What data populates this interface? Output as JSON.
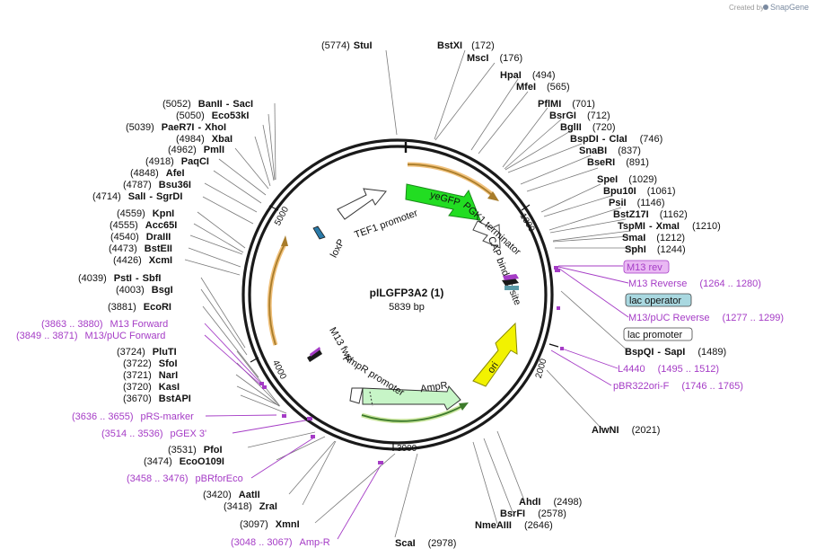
{
  "credit": {
    "prefix": "Created by",
    "brand": "SnapGene"
  },
  "plasmid": {
    "name": "pILGFP3A2 (1)",
    "size": "5839 bp"
  },
  "ticks": [
    "1000",
    "2000",
    "3000",
    "4000",
    "5000"
  ],
  "enzymes": [
    {
      "id": "stui",
      "pos": "(5774)",
      "name": "StuI"
    },
    {
      "id": "bstxi",
      "name": "BstXI",
      "pos": "(172)"
    },
    {
      "id": "msci",
      "name": "MscI",
      "pos": "(176)"
    },
    {
      "id": "hpai",
      "name": "HpaI",
      "pos": "(494)"
    },
    {
      "id": "mfei",
      "name": "MfeI",
      "pos": "(565)"
    },
    {
      "id": "pflmi",
      "name": "PflMI",
      "pos": "(701)"
    },
    {
      "id": "bsrgi",
      "name": "BsrGI",
      "pos": "(712)"
    },
    {
      "id": "bglii",
      "name": "BglII",
      "pos": "(720)"
    },
    {
      "id": "bspdi",
      "name": "BspDI",
      "name2": "ClaI",
      "pos": "(746)"
    },
    {
      "id": "snabi",
      "name": "SnaBI",
      "pos": "(837)"
    },
    {
      "id": "bseri",
      "name": "BseRI",
      "pos": "(891)"
    },
    {
      "id": "spei",
      "name": "SpeI",
      "pos": "(1029)"
    },
    {
      "id": "bpu10i",
      "name": "Bpu10I",
      "pos": "(1061)"
    },
    {
      "id": "psii",
      "name": "PsiI",
      "pos": "(1146)"
    },
    {
      "id": "bstz17i",
      "name": "BstZ17I",
      "pos": "(1162)"
    },
    {
      "id": "tspmi",
      "name": "TspMI",
      "name2": "XmaI",
      "pos": "(1210)"
    },
    {
      "id": "smai",
      "name": "SmaI",
      "pos": "(1212)"
    },
    {
      "id": "sphi",
      "name": "SphI",
      "pos": "(1244)"
    },
    {
      "id": "bspqi",
      "name": "BspQI",
      "name2": "SapI",
      "pos": "(1489)"
    },
    {
      "id": "alwni",
      "name": "AlwNI",
      "pos": "(2021)"
    },
    {
      "id": "ahdi",
      "name": "AhdI",
      "pos": "(2498)"
    },
    {
      "id": "bsrfi",
      "name": "BsrFI",
      "pos": "(2578)"
    },
    {
      "id": "nmeaiii",
      "name": "NmeAIII",
      "pos": "(2646)"
    },
    {
      "id": "scai",
      "name": "ScaI",
      "pos": "(2978)"
    },
    {
      "id": "xmni",
      "pos": "(3097)",
      "name": "XmnI"
    },
    {
      "id": "zrai",
      "pos": "(3418)",
      "name": "ZraI"
    },
    {
      "id": "aatii",
      "pos": "(3420)",
      "name": "AatII"
    },
    {
      "id": "ecoo109i",
      "pos": "(3474)",
      "name": "EcoO109I"
    },
    {
      "id": "pfoi",
      "pos": "(3531)",
      "name": "PfoI"
    },
    {
      "id": "bstapi",
      "pos": "(3670)",
      "name": "BstAPI"
    },
    {
      "id": "kasi",
      "pos": "(3720)",
      "name": "KasI"
    },
    {
      "id": "nari",
      "pos": "(3721)",
      "name": "NarI"
    },
    {
      "id": "sfoi",
      "pos": "(3722)",
      "name": "SfoI"
    },
    {
      "id": "pluti",
      "pos": "(3724)",
      "name": "PluTI"
    },
    {
      "id": "ecori",
      "pos": "(3881)",
      "name": "EcoRI"
    },
    {
      "id": "bsgi",
      "pos": "(4003)",
      "name": "BsgI"
    },
    {
      "id": "psti",
      "pos": "(4039)",
      "name": "PstI",
      "name2": "SbfI"
    },
    {
      "id": "xcmi",
      "pos": "(4426)",
      "name": "XcmI"
    },
    {
      "id": "bsteii",
      "pos": "(4473)",
      "name": "BstEII"
    },
    {
      "id": "draiii",
      "pos": "(4540)",
      "name": "DraIII"
    },
    {
      "id": "acc65i",
      "pos": "(4555)",
      "name": "Acc65I"
    },
    {
      "id": "kpni",
      "pos": "(4559)",
      "name": "KpnI"
    },
    {
      "id": "sali",
      "pos": "(4714)",
      "name": "SalI",
      "name2": "SgrDI"
    },
    {
      "id": "bsu36i",
      "pos": "(4787)",
      "name": "Bsu36I"
    },
    {
      "id": "afei",
      "pos": "(4848)",
      "name": "AfeI"
    },
    {
      "id": "paqci",
      "pos": "(4918)",
      "name": "PaqCI"
    },
    {
      "id": "pmli",
      "pos": "(4962)",
      "name": "PmlI"
    },
    {
      "id": "xbai",
      "pos": "(4984)",
      "name": "XbaI"
    },
    {
      "id": "paer7i",
      "pos": "(5039)",
      "name": "PaeR7I",
      "name2": "XhoI"
    },
    {
      "id": "eco53ki",
      "pos": "(5050)",
      "name": "Eco53kI"
    },
    {
      "id": "banii",
      "pos": "(5052)",
      "name": "BanII",
      "name2": "SacI"
    }
  ],
  "primers": [
    {
      "id": "m13rev_boxed",
      "text": "M13 rev"
    },
    {
      "id": "m13reverse",
      "text": "M13 Reverse",
      "range": "(1264 .. 1280)"
    },
    {
      "id": "lacop",
      "text": "lac operator"
    },
    {
      "id": "m13pucrev",
      "text": "M13/pUC Reverse",
      "range": "(1277 .. 1299)"
    },
    {
      "id": "lacprom",
      "text": "lac promoter"
    },
    {
      "id": "l4440",
      "text": "L4440",
      "range": "(1495 .. 1512)"
    },
    {
      "id": "pbr322ori",
      "text": "pBR322ori-F",
      "range": "(1746 .. 1765)"
    },
    {
      "id": "m13fwd_p",
      "range": "(3863 .. 3880)",
      "text": "M13 Forward"
    },
    {
      "id": "m13pucfwd",
      "range": "(3849 .. 3871)",
      "text": "M13/pUC Forward"
    },
    {
      "id": "prsmarker",
      "range": "(3636 .. 3655)",
      "text": "pRS-marker"
    },
    {
      "id": "pgex3",
      "range": "(3514 .. 3536)",
      "text": "pGEX 3'"
    },
    {
      "id": "pbrforeco",
      "range": "(3458 .. 3476)",
      "text": "pBRforEco"
    },
    {
      "id": "ampr_p",
      "range": "(3048 .. 3067)",
      "text": "Amp-R"
    }
  ],
  "features": {
    "yegfp": "yeGFP",
    "tef1": "TEF1 promoter",
    "pgk1": "PGK1 terminator",
    "cap": "CAP binding site",
    "loxp": "loxP",
    "m13fwd": "M13 fwd",
    "ampr_promoter": "AmpR promoter",
    "ampr": "AmpR",
    "ori": "ori"
  },
  "colors": {
    "backbone": "#1a1a1a",
    "enzyme_line": "#7a7a7a",
    "primer": "#a53cc6",
    "gfp": "#22dd22",
    "ori": "#f2f200",
    "ampr": "#c7f5c7",
    "orf_glow": "#f0c07a",
    "orf_core": "#a87c2a",
    "orf_green": "#3c7a2a"
  }
}
